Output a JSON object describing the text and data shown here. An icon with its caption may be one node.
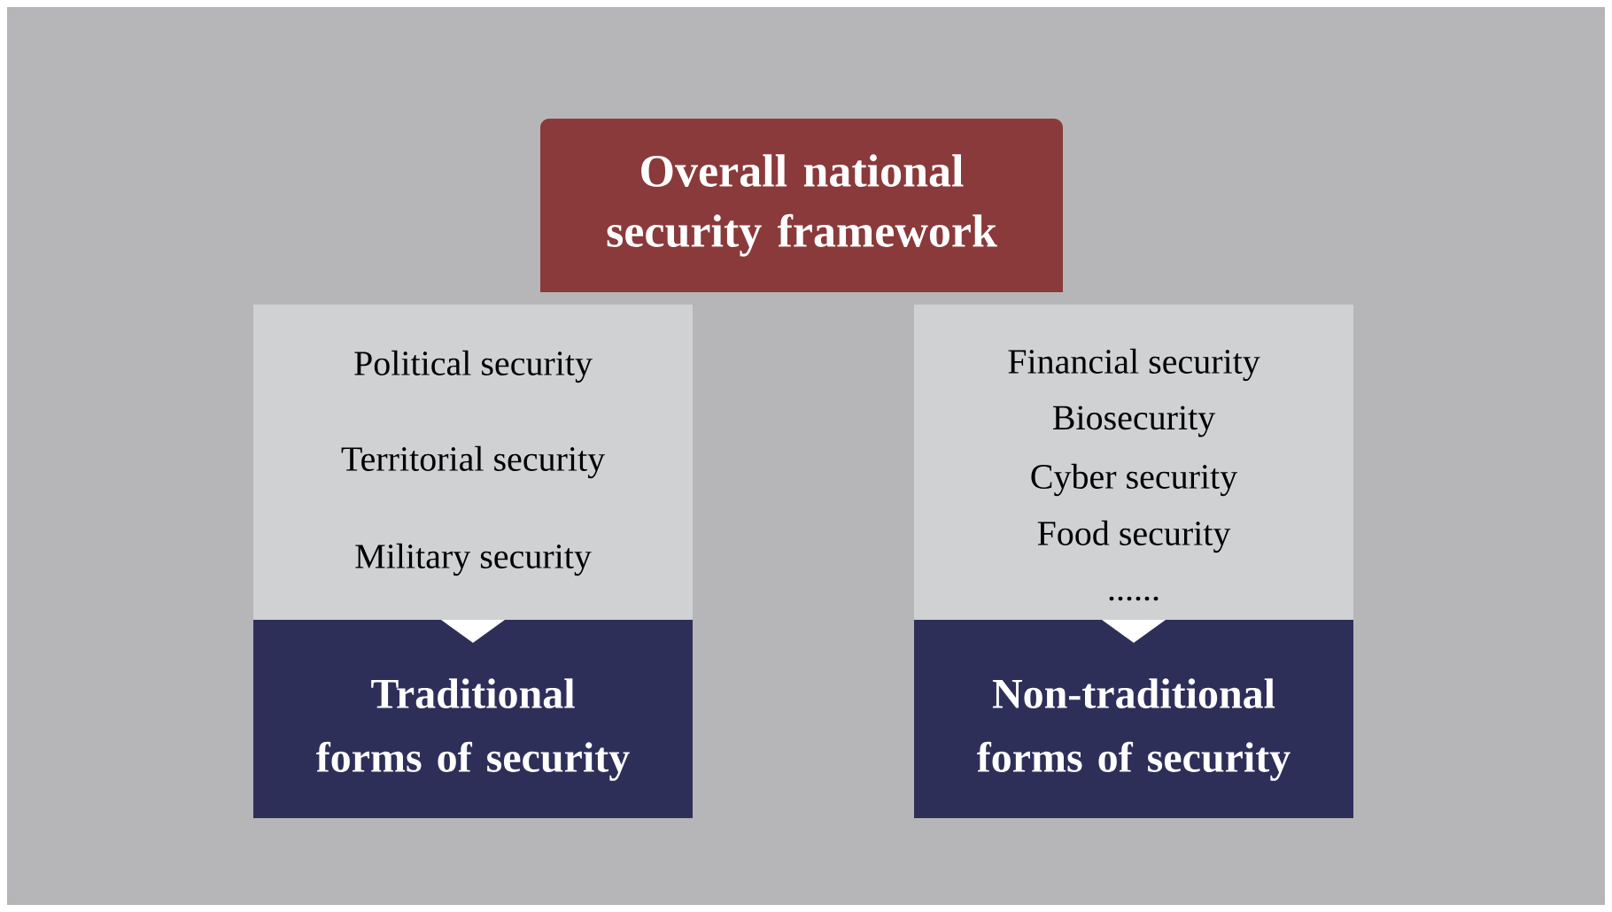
{
  "diagram": {
    "nodes": [
      {
        "text": [
          "Overall national security framework"
        ]
      },
      {
        "text": [
          "Political security",
          "Territorial security",
          "Military security"
        ]
      },
      {
        "text": [
          "Traditional forms of security"
        ]
      },
      {
        "text": [
          "Financial security",
          "Biosecurity",
          "Cyber security",
          "Food security",
          "......"
        ]
      },
      {
        "text": [
          "Non-traditional forms of security"
        ]
      }
    ]
  }
}
